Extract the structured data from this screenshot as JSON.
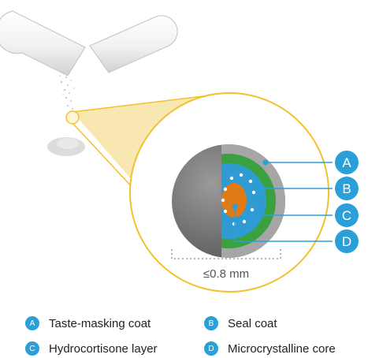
{
  "diagram": {
    "size_label": "≤0.8 mm",
    "callouts": [
      "A",
      "B",
      "C",
      "D"
    ]
  },
  "legend": [
    {
      "badge": "A",
      "label": "Taste-masking coat"
    },
    {
      "badge": "B",
      "label": "Seal coat"
    },
    {
      "badge": "C",
      "label": "Hydrocortisone layer"
    },
    {
      "badge": "D",
      "label": "Microcrystalline core"
    }
  ],
  "colors": {
    "accent_blue": "#2a9fd8",
    "magnifier_yellow": "#f2c12e",
    "magnifier_fill": "#f8e3a3",
    "outer_coat_gray": "#9a9a9a",
    "seal_green": "#3aa040",
    "layer_blue": "#2f9bd3",
    "core_orange": "#e07a17"
  }
}
